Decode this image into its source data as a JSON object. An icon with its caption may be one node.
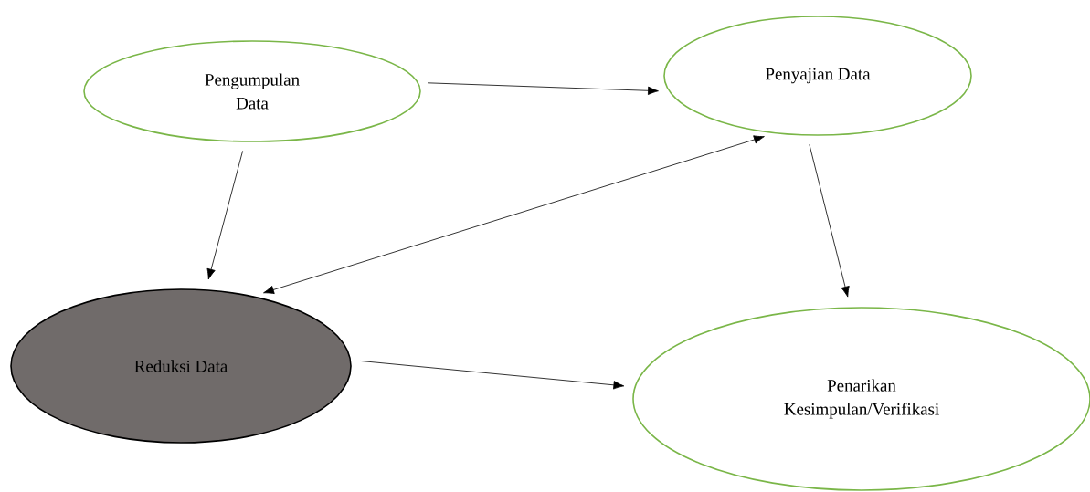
{
  "diagram": {
    "nodes": [
      {
        "text": [
          "Pengumpulan Data"
        ]
      },
      {
        "text": [
          "Penyajian Data"
        ]
      },
      {
        "text": [
          "Reduksi Data"
        ]
      },
      {
        "text": [
          "Penarikan Kesimpulan/Verifikasi"
        ]
      }
    ],
    "edges": [
      {
        "from": 0,
        "to": 1,
        "arrow": "to"
      },
      {
        "from": 0,
        "to": 2,
        "arrow": "to"
      },
      {
        "from": 1,
        "to": 2,
        "arrow": "both"
      },
      {
        "from": 1,
        "to": 3,
        "arrow": "to"
      },
      {
        "from": 2,
        "to": 3,
        "arrow": "to"
      }
    ]
  }
}
